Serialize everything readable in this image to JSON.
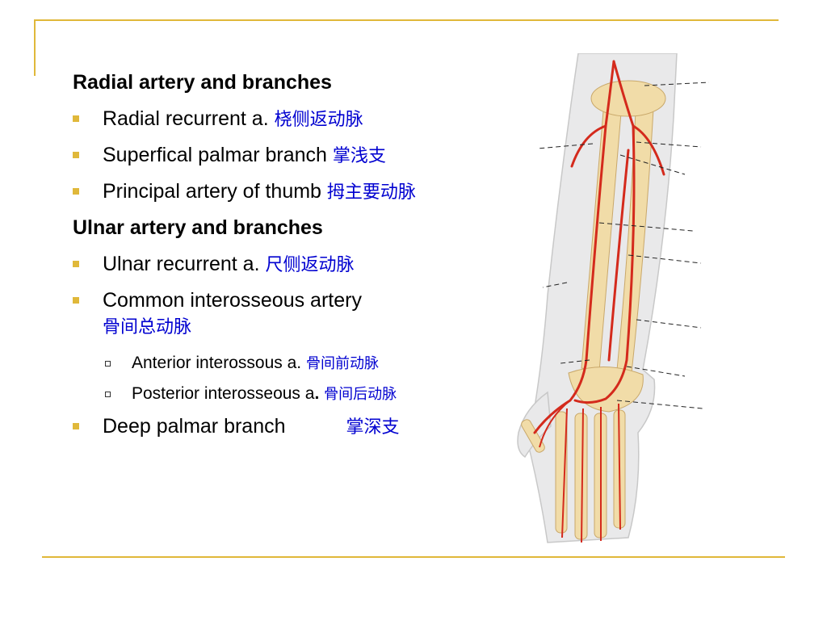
{
  "slide": {
    "section1": {
      "title": "Radial artery and branches",
      "items": [
        {
          "en": "Radial recurrent a.",
          "zh": "桡侧返动脉"
        },
        {
          "en": "Superfical palmar branch",
          "zh": "掌浅支"
        },
        {
          "en": "Principal artery of thumb",
          "zh": "拇主要动脉"
        }
      ]
    },
    "section2": {
      "title": "Ulnar artery and branches",
      "items": [
        {
          "en": "Ulnar recurrent a.",
          "zh": "尺侧返动脉"
        },
        {
          "en": "Common interosseous artery",
          "zh": "骨间总动脉"
        }
      ],
      "subitems": [
        {
          "en": "Anterior interossous a.",
          "zh": "骨间前动脉"
        },
        {
          "en": "Posterior interosseous a",
          "dot": ".",
          "zh": "骨间后动脉"
        }
      ],
      "last_item": {
        "en": "Deep palmar branch",
        "zh": "掌深支"
      }
    }
  },
  "colors": {
    "frame": "#e0b83a",
    "chinese_text": "#0000d0",
    "artery": "#d42a1c",
    "bone": "#f1dca8",
    "skin": "#e9e9ea"
  },
  "illustration": {
    "icon": "forearm-arteries-illustration"
  }
}
